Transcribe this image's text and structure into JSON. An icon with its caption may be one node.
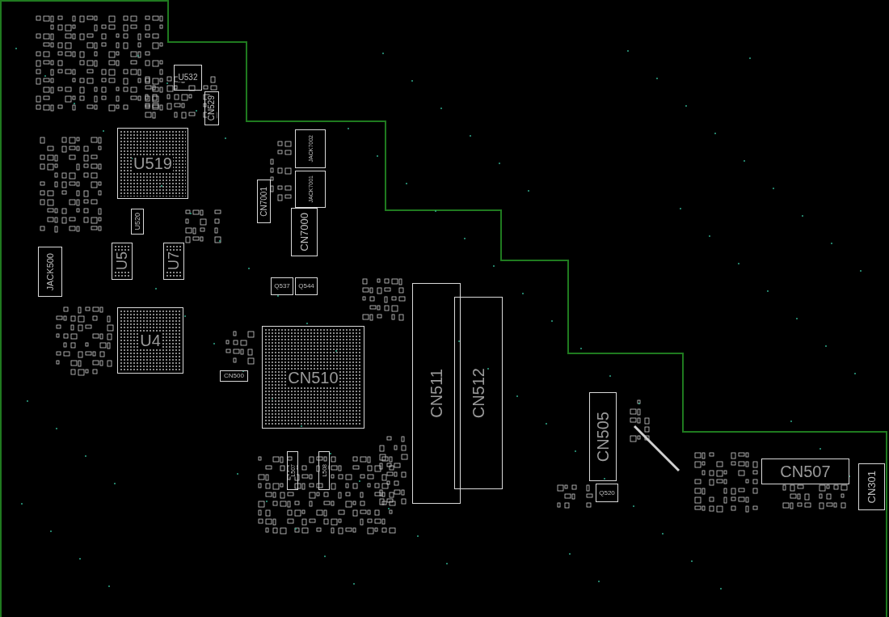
{
  "diagram": {
    "nodes": [
      {
        "text": [
          "U532"
        ]
      },
      {
        "text": [
          "CN529"
        ]
      },
      {
        "text": [
          "U519"
        ]
      },
      {
        "text": [
          "U520"
        ]
      },
      {
        "text": [
          "U5"
        ]
      },
      {
        "text": [
          "U7"
        ]
      },
      {
        "text": [
          "JACK500"
        ]
      },
      {
        "text": [
          "JACK7002"
        ]
      },
      {
        "text": [
          "JACK7001"
        ]
      },
      {
        "text": [
          "CN7001"
        ]
      },
      {
        "text": [
          "CN7000"
        ]
      },
      {
        "text": [
          "Q537"
        ]
      },
      {
        "text": [
          "Q544"
        ]
      },
      {
        "text": [
          "U4"
        ]
      },
      {
        "text": [
          "CN500"
        ]
      },
      {
        "text": [
          "CN510"
        ]
      },
      {
        "text": [
          "L507"
        ]
      },
      {
        "text": [
          "L508"
        ]
      },
      {
        "text": [
          "CN511"
        ]
      },
      {
        "text": [
          "CN512"
        ]
      },
      {
        "text": [
          "CN505"
        ]
      },
      {
        "text": [
          "Q520"
        ]
      },
      {
        "text": [
          "CN507"
        ]
      },
      {
        "text": [
          "CN301"
        ]
      }
    ],
    "edges": []
  }
}
